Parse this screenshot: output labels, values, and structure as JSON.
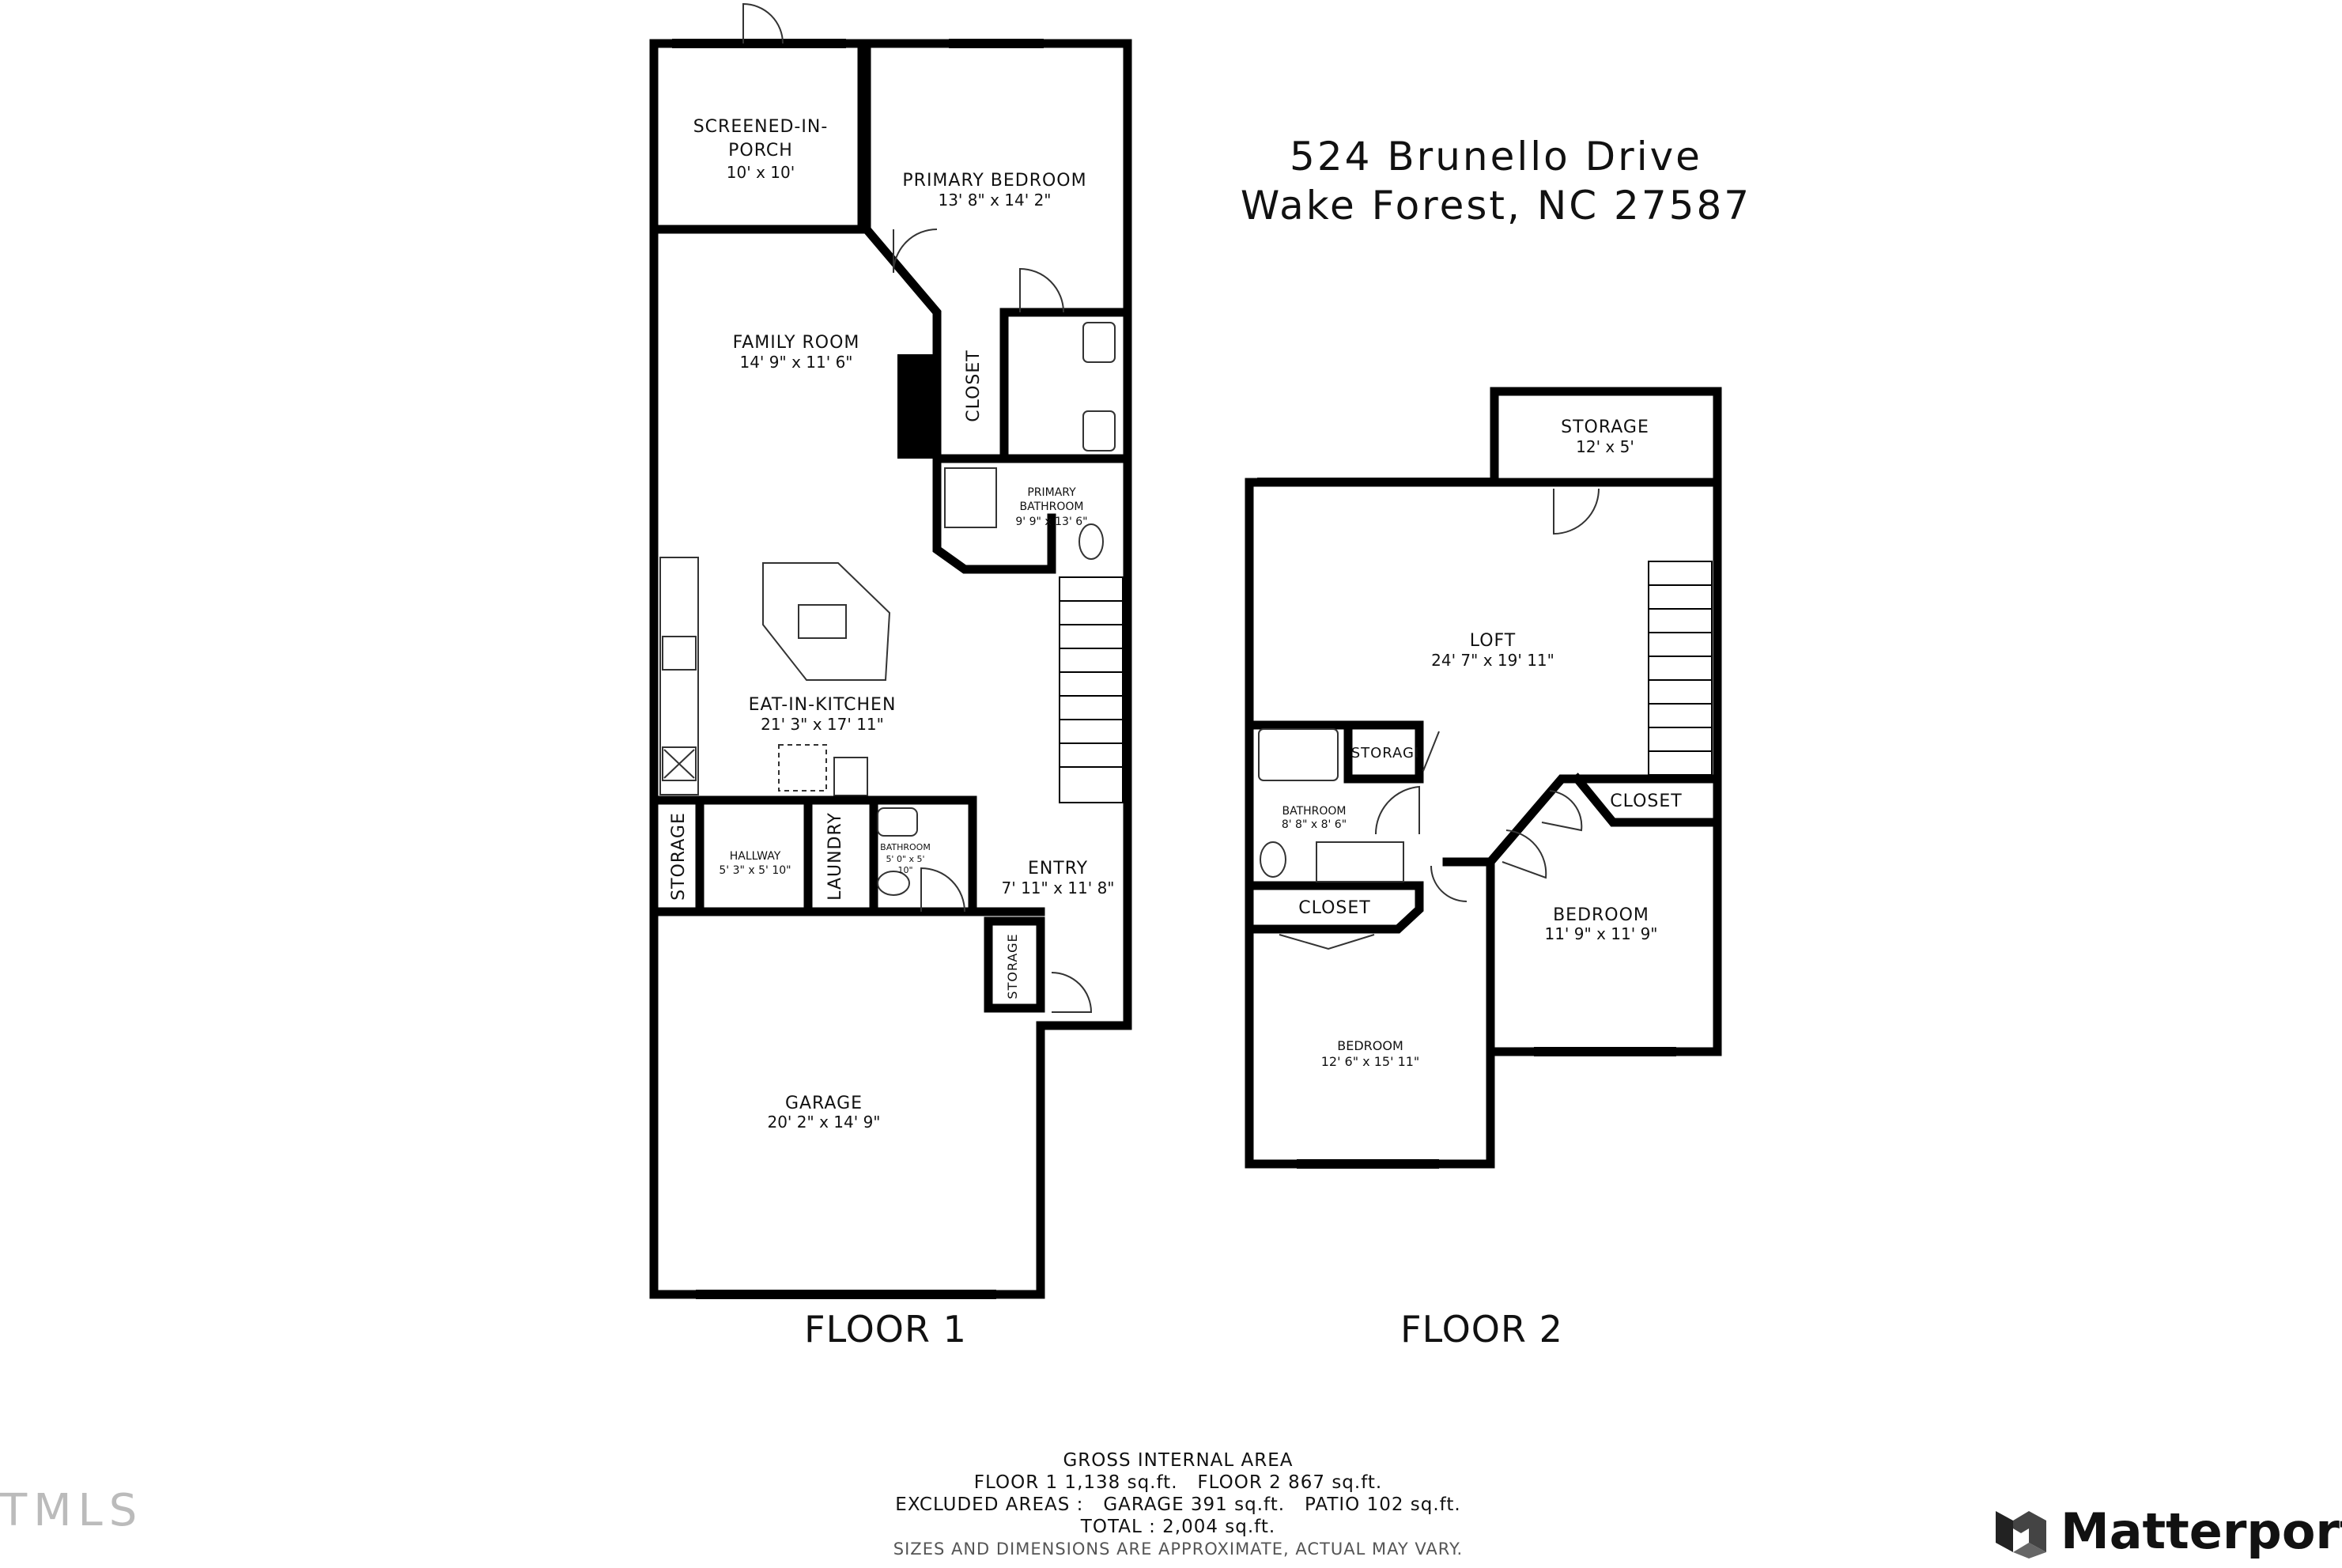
{
  "address": {
    "line1": "524 Brunello Drive",
    "line2": "Wake Forest, NC 27587"
  },
  "floors": [
    {
      "title": "FLOOR 1",
      "rooms": [
        {
          "name": "SCREENED-IN-",
          "name2": "PORCH",
          "dims": "10' x 10'"
        },
        {
          "name": "PRIMARY BEDROOM",
          "dims": "13' 8\" x 14' 2\""
        },
        {
          "name": "FAMILY ROOM",
          "dims": "14' 9\" x 11' 6\""
        },
        {
          "name": "CLOSET"
        },
        {
          "name": "PRIMARY",
          "name2": "BATHROOM",
          "dims": "9' 9\" x 13' 6\""
        },
        {
          "name": "EAT-IN-KITCHEN",
          "dims": "21' 3\" x 17' 11\""
        },
        {
          "name": "STORAGE"
        },
        {
          "name": "HALLWAY",
          "dims": "5' 3\" x 5' 10\""
        },
        {
          "name": "LAUNDRY"
        },
        {
          "name": "BATHROOM",
          "dims": "5' 0\" x 5'",
          "dims2": "10\""
        },
        {
          "name": "ENTRY",
          "dims": "7' 11\" x 11' 8\""
        },
        {
          "name": "STORAGE"
        },
        {
          "name": "GARAGE",
          "dims": "20' 2\" x 14' 9\""
        }
      ]
    },
    {
      "title": "FLOOR 2",
      "rooms": [
        {
          "name": "STORAGE",
          "dims": "12' x 5'"
        },
        {
          "name": "LOFT",
          "dims": "24' 7\" x 19' 11\""
        },
        {
          "name": "STORAGI"
        },
        {
          "name": "BATHROOM",
          "dims": "8' 8\" x 8' 6\""
        },
        {
          "name": "CLOSET"
        },
        {
          "name": "CLOSET"
        },
        {
          "name": "BEDROOM",
          "dims": "11' 9\" x 11' 9\""
        },
        {
          "name": "BEDROOM",
          "dims": "12' 6\" x 15' 11\""
        }
      ]
    }
  ],
  "area": {
    "heading": "GROSS INTERNAL AREA",
    "floors_line": "FLOOR 1 1,138 sq.ft.   FLOOR 2 867 sq.ft.",
    "excluded_line": "EXCLUDED AREAS :   GARAGE 391 sq.ft.   PATIO 102 sq.ft.",
    "total_line": "TOTAL : 2,004 sq.ft.",
    "note": "SIZES AND DIMENSIONS ARE APPROXIMATE, ACTUAL MAY VARY."
  },
  "brand": {
    "name": "Matterport",
    "icon": "matterport-logo-icon",
    "mls_watermark": "TMLS"
  },
  "colors": {
    "wall": "#000000",
    "background": "#ffffff",
    "fixture": "#333333"
  }
}
